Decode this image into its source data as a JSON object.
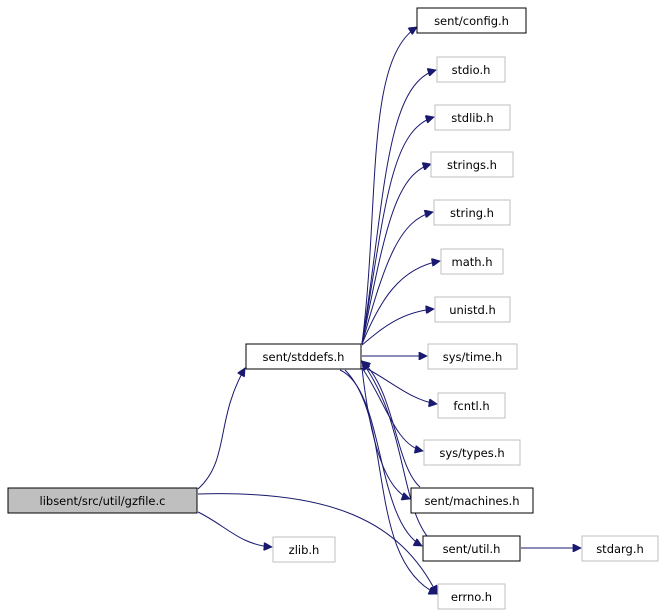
{
  "graph": {
    "colors": {
      "edge": "#191970",
      "root_fill": "#bfbfbf",
      "system_border": "#bfbfbf"
    },
    "nodes": {
      "gzfile": {
        "label": "libsent/src/util/gzfile.c"
      },
      "stddefs": {
        "label": "sent/stddefs.h"
      },
      "zlib": {
        "label": "zlib.h"
      },
      "config": {
        "label": "sent/config.h"
      },
      "stdio": {
        "label": "stdio.h"
      },
      "stdlib": {
        "label": "stdlib.h"
      },
      "strings": {
        "label": "strings.h"
      },
      "string": {
        "label": "string.h"
      },
      "math": {
        "label": "math.h"
      },
      "unistd": {
        "label": "unistd.h"
      },
      "systime": {
        "label": "sys/time.h"
      },
      "fcntl": {
        "label": "fcntl.h"
      },
      "systypes": {
        "label": "sys/types.h"
      },
      "machines": {
        "label": "sent/machines.h"
      },
      "util": {
        "label": "sent/util.h"
      },
      "errno": {
        "label": "errno.h"
      },
      "stdarg": {
        "label": "stdarg.h"
      }
    }
  }
}
